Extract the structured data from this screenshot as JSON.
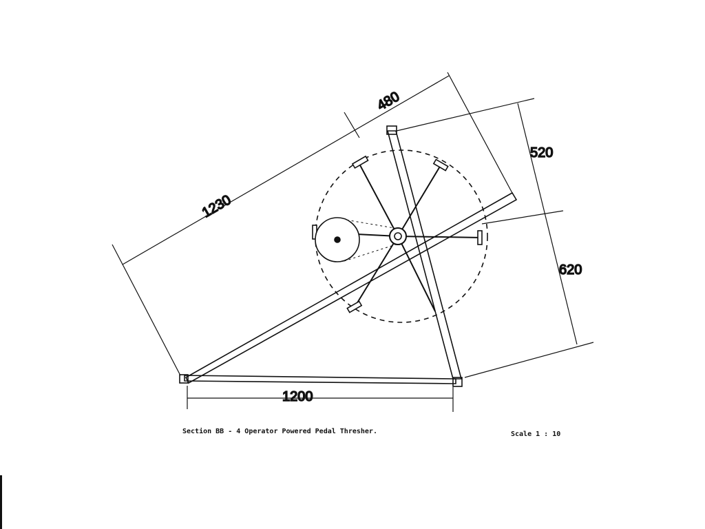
{
  "dimensions": {
    "d1230": "1230",
    "d480": "480",
    "d520": "520",
    "d620": "620",
    "d1200": "1200"
  },
  "caption": "Section BB - 4 Operator Powered Pedal Thresher.",
  "scale": "Scale 1 : 10"
}
